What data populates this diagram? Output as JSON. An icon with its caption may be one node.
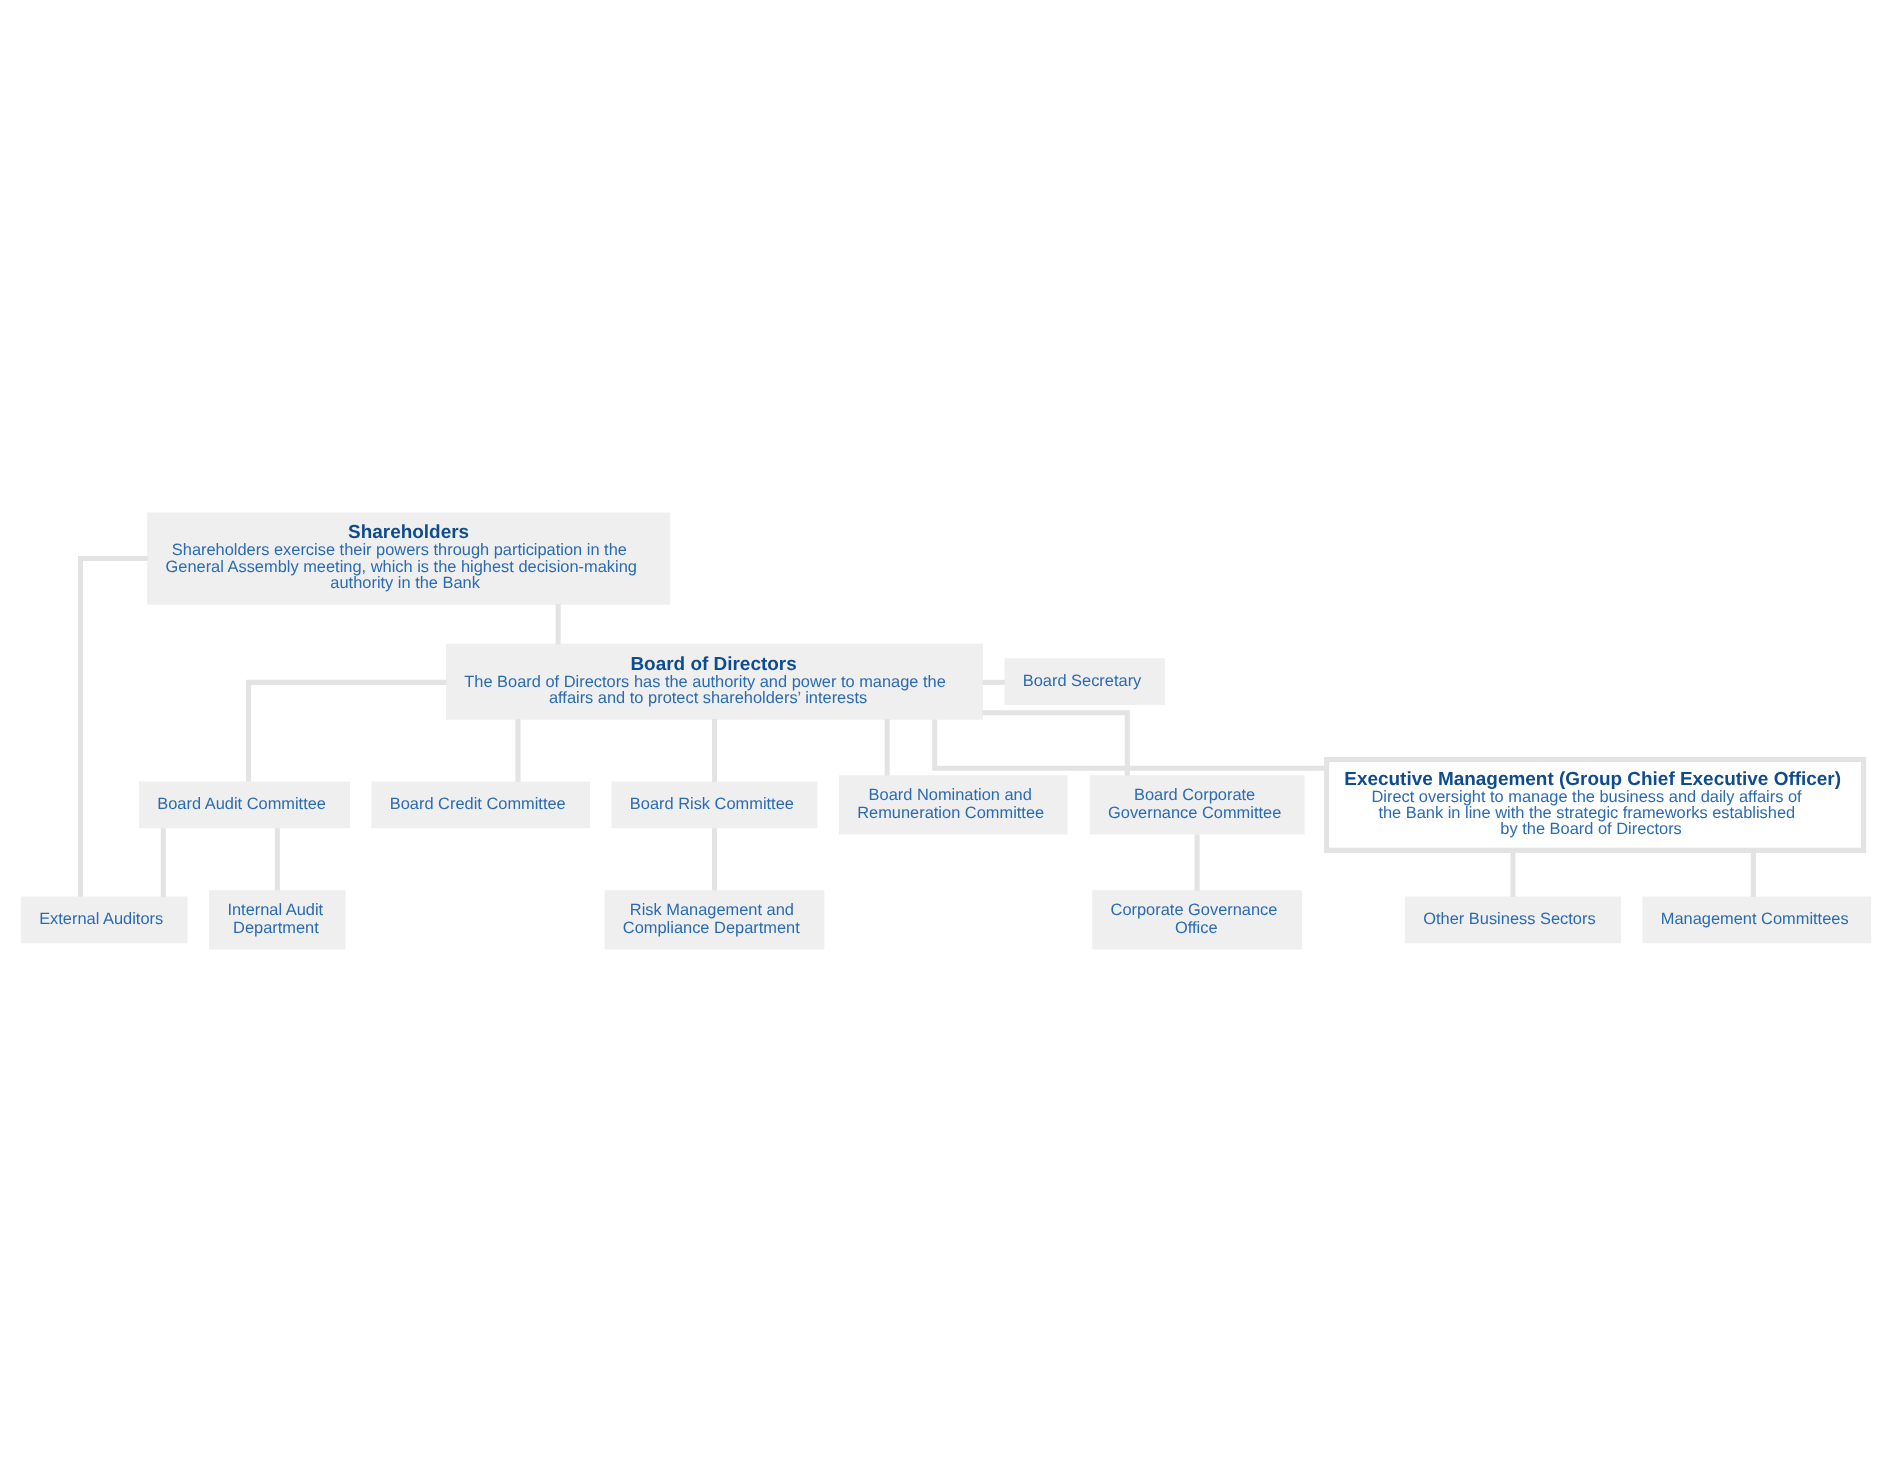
{
  "diagram": {
    "nodes": [
      {
        "text": [
          "Shareholders",
          "Shareholders exercise their powers through participation in the General Assembly meeting, which is the highest decision-making authority in the Bank"
        ]
      },
      {
        "text": [
          "Board of Directors",
          "The Board of Directors has the authority and power to manage the affairs and to protect shareholders’ interests"
        ]
      },
      {
        "text": [
          "Board Secretary"
        ]
      },
      {
        "text": [
          "Board Audit Committee"
        ]
      },
      {
        "text": [
          "Board Credit Committee"
        ]
      },
      {
        "text": [
          "Board Risk Committee"
        ]
      },
      {
        "text": [
          "Board Nomination and Remuneration Committee"
        ]
      },
      {
        "text": [
          "Board Corporate Governance Committee"
        ]
      },
      {
        "text": [
          "External Auditors"
        ]
      },
      {
        "text": [
          "Internal Audit Department"
        ]
      },
      {
        "text": [
          "Risk Management and Compliance Department"
        ]
      },
      {
        "text": [
          "Corporate Governance Office"
        ]
      },
      {
        "text": [
          "Executive Management (Group Chief Executive Officer)",
          "Direct oversight to manage the business and daily affairs of the Bank in line with the strategic frameworks established by the Board of Directors"
        ]
      },
      {
        "text": [
          "Other Business Sectors"
        ]
      },
      {
        "text": [
          "Management Committees"
        ]
      }
    ],
    "edges": [
      {
        "from": 0,
        "to": 1,
        "arrow": "none"
      },
      {
        "from": 0,
        "to": 8,
        "arrow": "none"
      },
      {
        "from": 1,
        "to": 2,
        "arrow": "none"
      },
      {
        "from": 1,
        "to": 3,
        "arrow": "none"
      },
      {
        "from": 1,
        "to": 4,
        "arrow": "none"
      },
      {
        "from": 1,
        "to": 5,
        "arrow": "none"
      },
      {
        "from": 1,
        "to": 6,
        "arrow": "none"
      },
      {
        "from": 1,
        "to": 7,
        "arrow": "none"
      },
      {
        "from": 3,
        "to": 8,
        "arrow": "none"
      },
      {
        "from": 3,
        "to": 9,
        "arrow": "none"
      },
      {
        "from": 5,
        "to": 10,
        "arrow": "none"
      },
      {
        "from": 7,
        "to": 11,
        "arrow": "none"
      },
      {
        "from": 1,
        "to": 12,
        "arrow": "none"
      },
      {
        "from": 12,
        "to": 13,
        "arrow": "none"
      },
      {
        "from": 12,
        "to": 14,
        "arrow": "none"
      }
    ]
  }
}
